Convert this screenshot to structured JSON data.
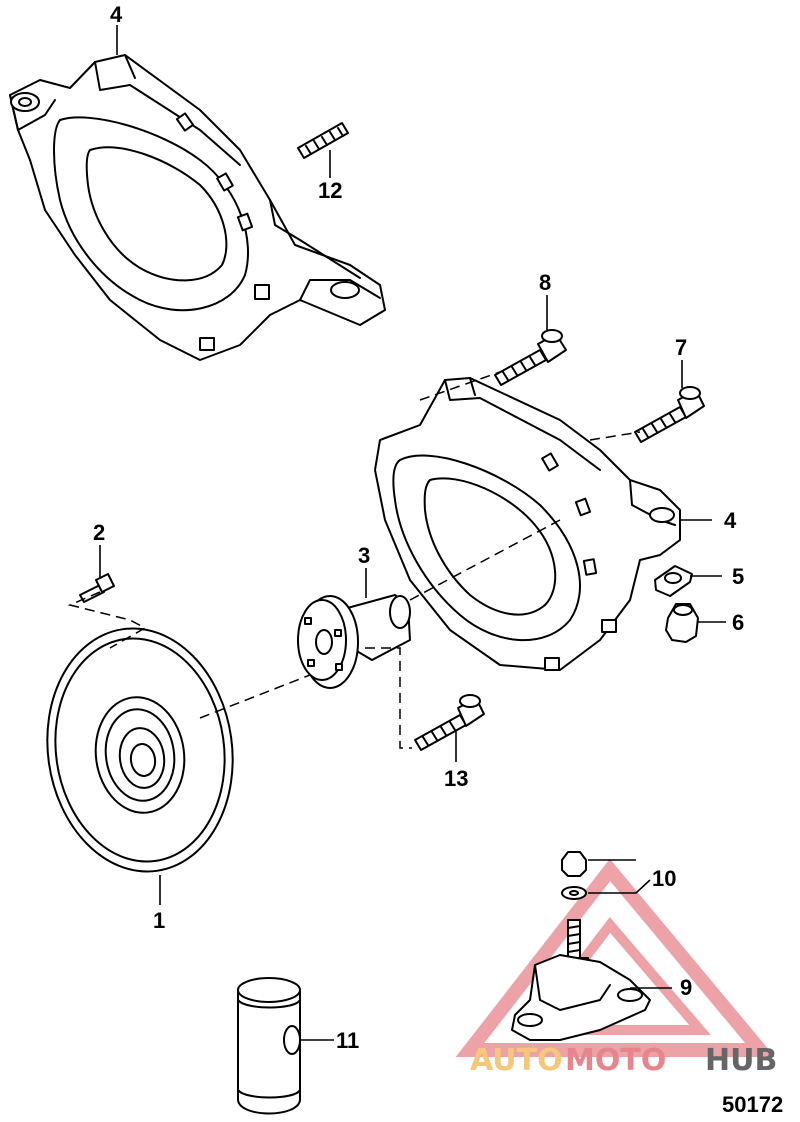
{
  "diagram": {
    "reference_number": "50172",
    "callouts": [
      {
        "id": "c4a",
        "label": "4"
      },
      {
        "id": "c12",
        "label": "12"
      },
      {
        "id": "c8",
        "label": "8"
      },
      {
        "id": "c7",
        "label": "7"
      },
      {
        "id": "c4b",
        "label": "4"
      },
      {
        "id": "c5",
        "label": "5"
      },
      {
        "id": "c6",
        "label": "6"
      },
      {
        "id": "c2",
        "label": "2"
      },
      {
        "id": "c3",
        "label": "3"
      },
      {
        "id": "c13",
        "label": "13"
      },
      {
        "id": "c1",
        "label": "1"
      },
      {
        "id": "c10",
        "label": "10"
      },
      {
        "id": "c9",
        "label": "9"
      },
      {
        "id": "c11",
        "label": "11"
      }
    ]
  },
  "watermark": {
    "part1": "AUTO",
    "part2": "MOTO",
    "part3": "HUB",
    "colors": {
      "triangle": "#e8848c",
      "auto": "#f4c77a",
      "moto": "#e8848c",
      "hub": "#666666"
    }
  }
}
